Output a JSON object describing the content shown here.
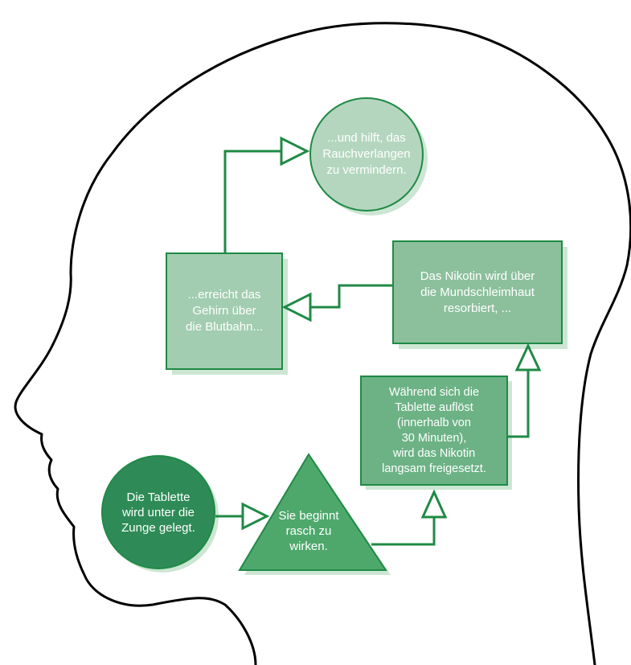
{
  "colors": {
    "outline": "#000000",
    "connector": "#1f8a45",
    "shadow": "#cde6d3",
    "circle_dark": "#2e8b57",
    "triangle": "#4ea86c",
    "box_mid": "#6cb285",
    "box_nicotin": "#8cc09c",
    "box_brain": "#a2cdb0",
    "circle_light": "#b4d6bf",
    "text": "#ffffff"
  },
  "nodes": {
    "start": {
      "lines": [
        "Die Tablette",
        "wird unter die",
        "Zunge gelegt."
      ]
    },
    "triangle": {
      "lines": [
        "Sie beginnt",
        "rasch zu",
        "wirken."
      ]
    },
    "dissolve": {
      "lines": [
        "Während sich die",
        "Tablette auflöst",
        "(innerhalb von",
        "30 Minuten),",
        "wird das Nikotin",
        "langsam freigesetzt."
      ]
    },
    "absorb": {
      "lines": [
        "Das Nikotin wird über",
        "die Mundschleimhaut",
        "resorbiert, ..."
      ]
    },
    "brain": {
      "lines": [
        "...erreicht das",
        "Gehirn über",
        "die Blutbahn..."
      ]
    },
    "craving": {
      "lines": [
        "...und hilft, das",
        "Rauchverlangen",
        "zu vermindern."
      ]
    }
  }
}
